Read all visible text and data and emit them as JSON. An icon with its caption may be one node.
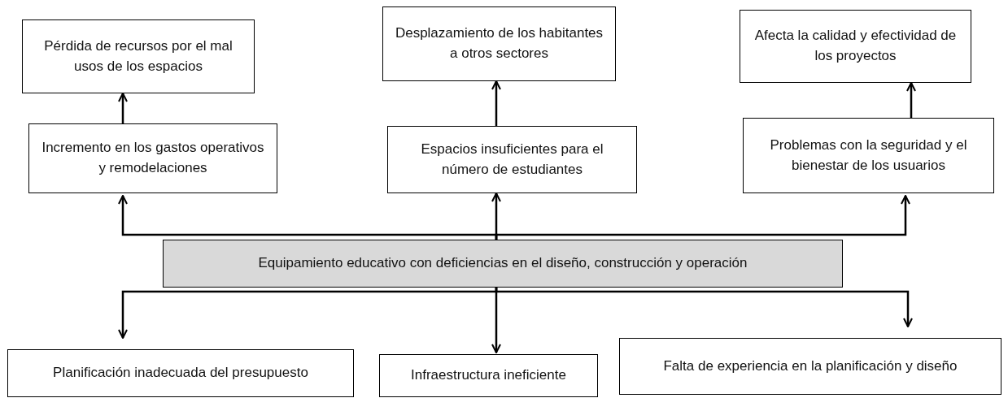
{
  "diagram": {
    "nodes": [
      {
        "text": [
          "Pérdida de recursos por el mal usos de los espacios"
        ]
      },
      {
        "text": [
          "Desplazamiento de los habitantes a otros sectores"
        ]
      },
      {
        "text": [
          "Afecta la calidad y efectividad de los proyectos"
        ]
      },
      {
        "text": [
          "Incremento en los gastos operativos y remodelaciones"
        ]
      },
      {
        "text": [
          "Espacios insuficientes para el número de estudiantes"
        ]
      },
      {
        "text": [
          "Problemas con la seguridad y el bienestar de los usuarios"
        ]
      },
      {
        "text": [
          "Equipamiento educativo con deficiencias en el diseño, construcción y operación"
        ]
      },
      {
        "text": [
          "Planificación inadecuada del presupuesto"
        ]
      },
      {
        "text": [
          "Infraestructura ineficiente"
        ]
      },
      {
        "text": [
          "Falta de experiencia en la planificación y diseño"
        ]
      }
    ],
    "edges": [
      {
        "from": 3,
        "to": 0,
        "arrow": "to"
      },
      {
        "from": 4,
        "to": 1,
        "arrow": "to"
      },
      {
        "from": 5,
        "to": 2,
        "arrow": "to"
      },
      {
        "from": 6,
        "to": 3,
        "arrow": "to"
      },
      {
        "from": 6,
        "to": 4,
        "arrow": "to"
      },
      {
        "from": 6,
        "to": 5,
        "arrow": "to"
      },
      {
        "from": 6,
        "to": 7,
        "arrow": "to"
      },
      {
        "from": 6,
        "to": 8,
        "arrow": "to"
      },
      {
        "from": 6,
        "to": 9,
        "arrow": "to"
      }
    ]
  }
}
